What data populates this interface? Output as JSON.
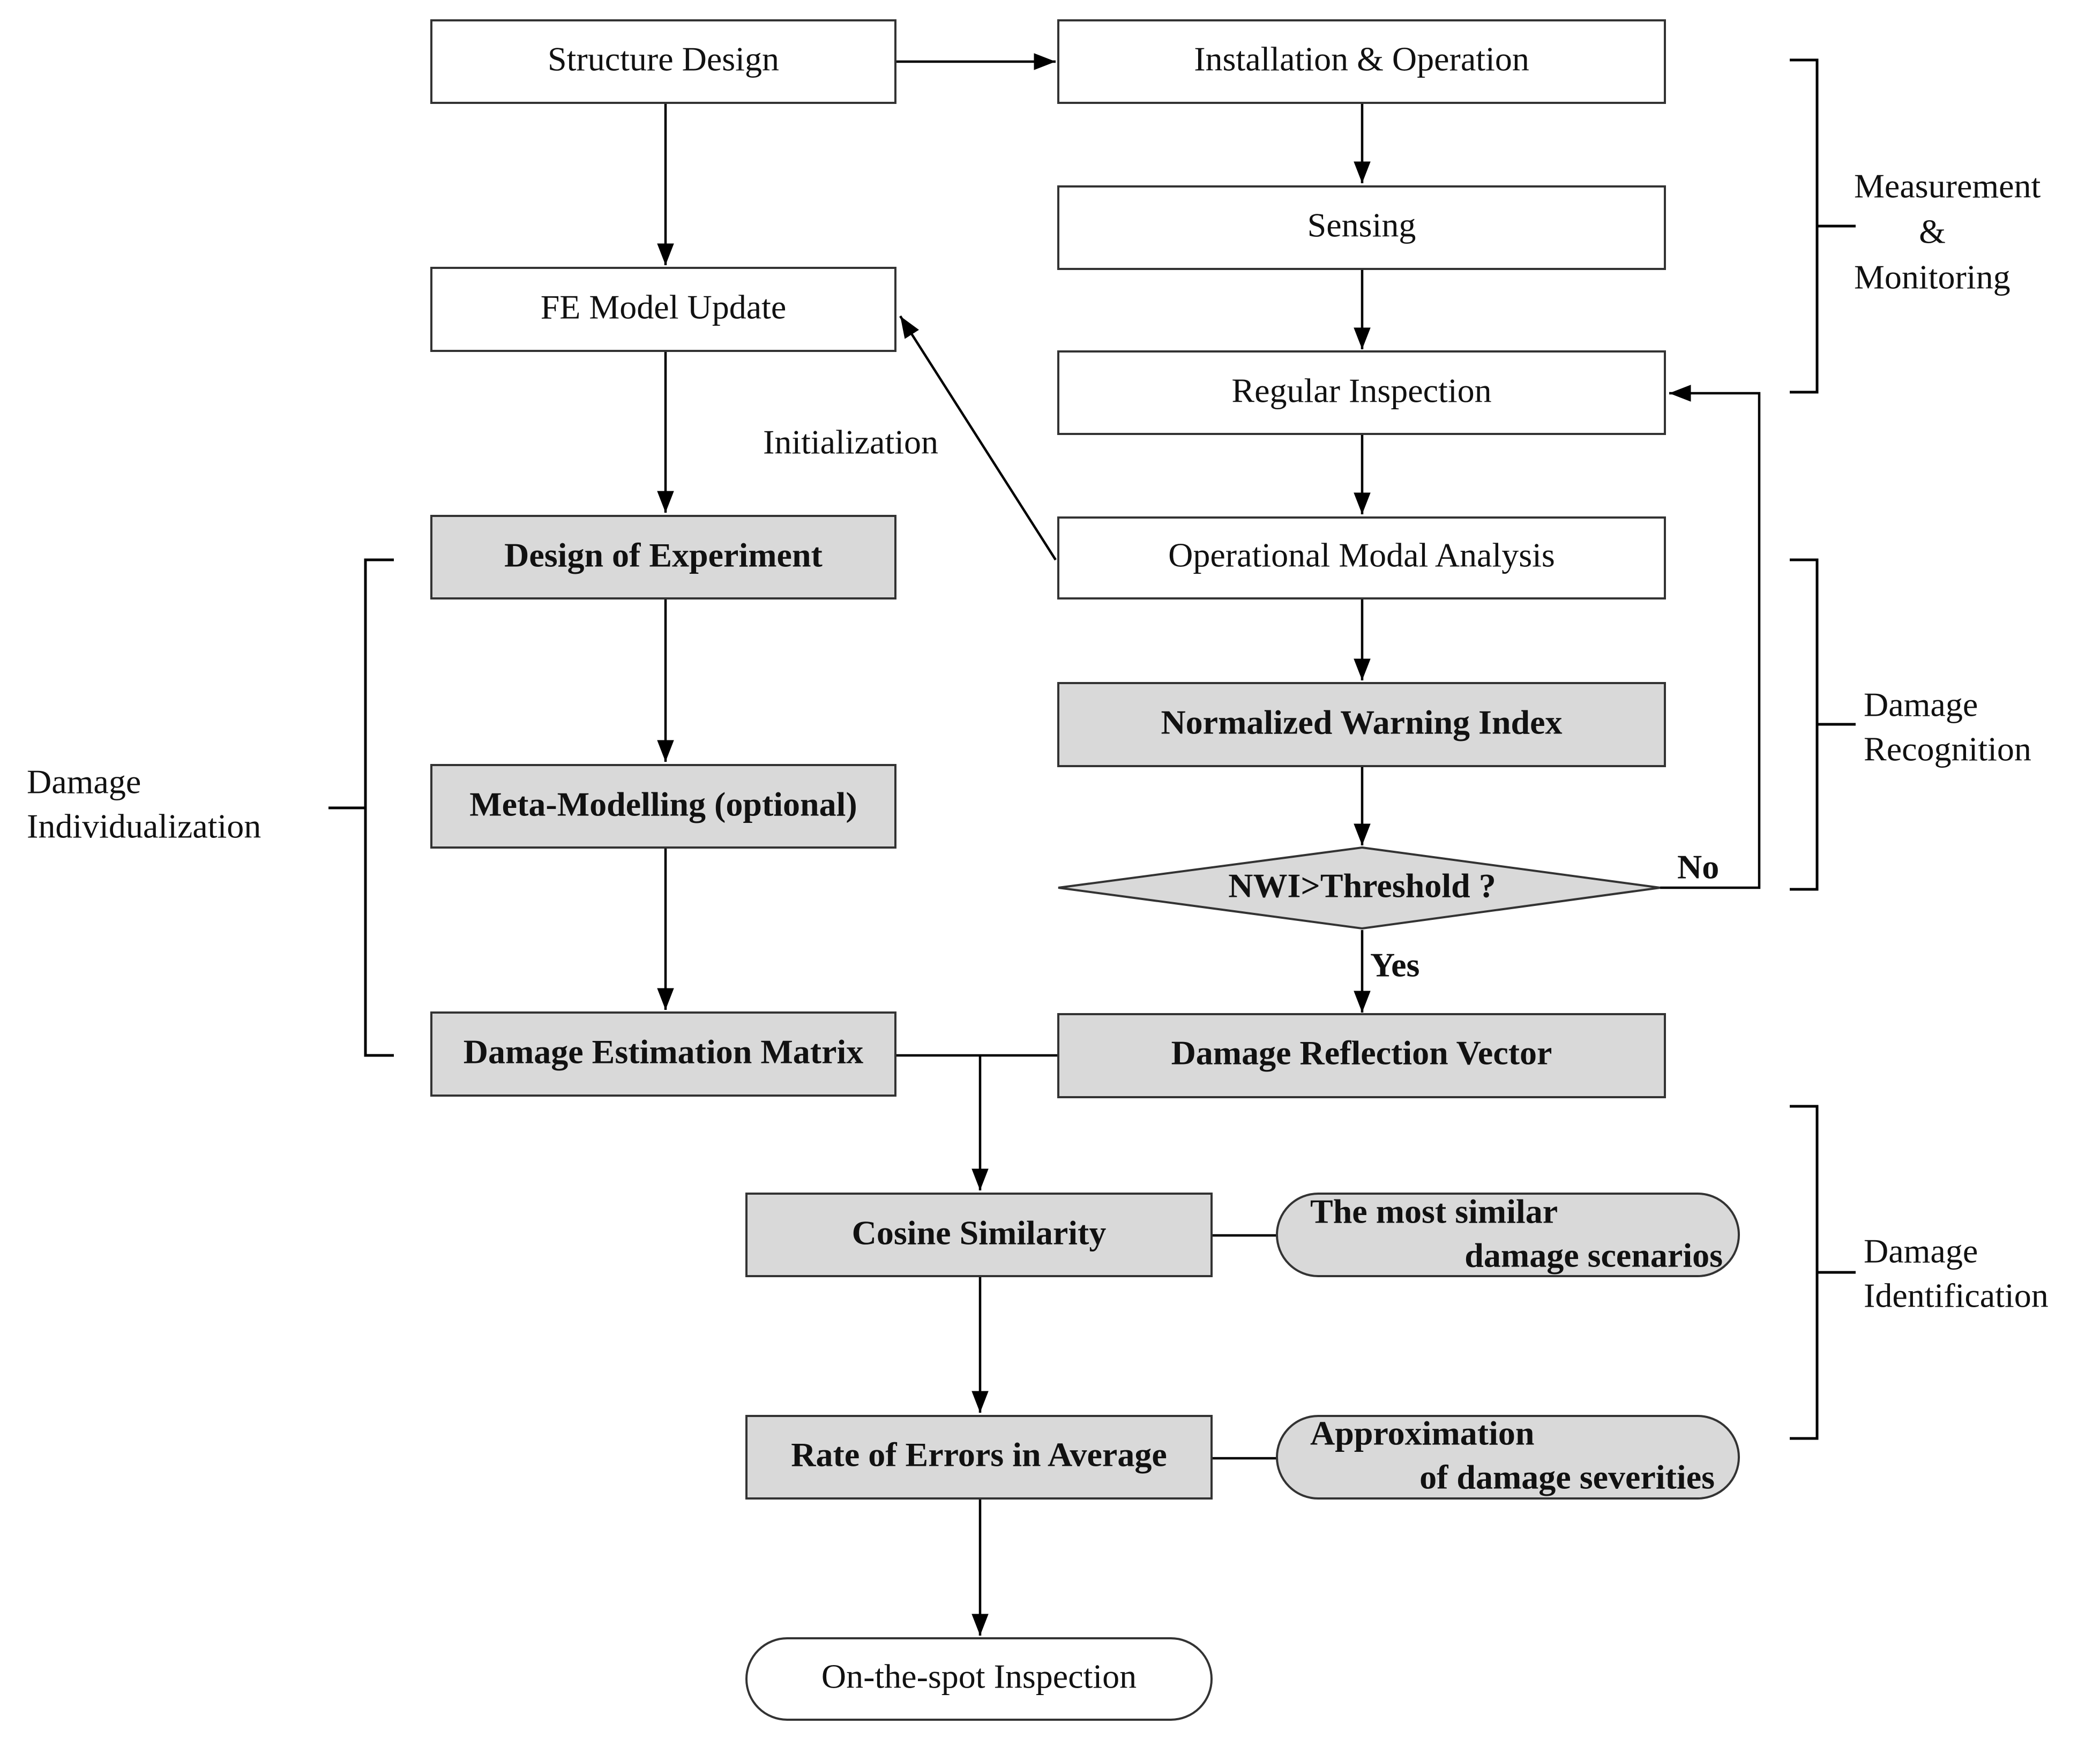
{
  "diagram": {
    "nodes": {
      "structure_design": "Structure Design",
      "installation_operation": "Installation & Operation",
      "sensing": "Sensing",
      "fe_model_update": "FE Model Update",
      "regular_inspection": "Regular Inspection",
      "design_of_experiment": "Design of Experiment",
      "operational_modal_analysis": "Operational Modal Analysis",
      "normalized_warning_index": "Normalized Warning Index",
      "meta_modelling": "Meta-Modelling (optional)",
      "nwi_threshold": "NWI>Threshold ?",
      "damage_estimation_matrix": "Damage Estimation Matrix",
      "damage_reflection_vector": "Damage Reflection Vector",
      "cosine_similarity": "Cosine Similarity",
      "most_similar_line1": "The most similar",
      "most_similar_line2": "damage scenarios",
      "rate_of_errors": "Rate of Errors in Average",
      "approximation_line1": "Approximation",
      "approximation_line2": "of damage severities",
      "on_the_spot_inspection": "On-the-spot Inspection"
    },
    "edge_labels": {
      "initialization": "Initialization",
      "yes": "Yes",
      "no": "No"
    },
    "groups": {
      "measurement_line1": "Measurement",
      "measurement_line2": "&",
      "measurement_line3": "Monitoring",
      "recognition_line1": "Damage",
      "recognition_line2": "Recognition",
      "individualization_line1": "Damage",
      "individualization_line2": "Individualization",
      "identification_line1": "Damage",
      "identification_line2": "Identification"
    }
  }
}
